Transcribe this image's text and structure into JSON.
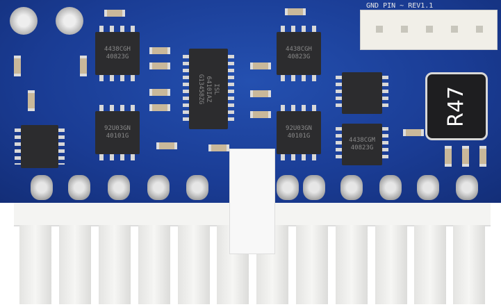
{
  "board": {
    "header_label": "GND PIN ~ REV1.1",
    "inductor_label": "R47",
    "controller": {
      "line1": "ISL",
      "line2": "6410IAZ",
      "line3": "G13458ZG"
    },
    "mosfets": [
      {
        "line1": "4438CGH",
        "line2": "40823G"
      },
      {
        "line1": "4438CGH",
        "line2": "40823G"
      },
      {
        "line1": "92U03GN",
        "line2": "40101G"
      },
      {
        "line1": "92U03GN",
        "line2": "40101G"
      },
      {
        "line1": "4438CGM",
        "line2": "40823G"
      }
    ]
  },
  "colors": {
    "pcb": "#1a3c94",
    "connector": "#f4f4f2",
    "chip": "#2c2c2e"
  }
}
